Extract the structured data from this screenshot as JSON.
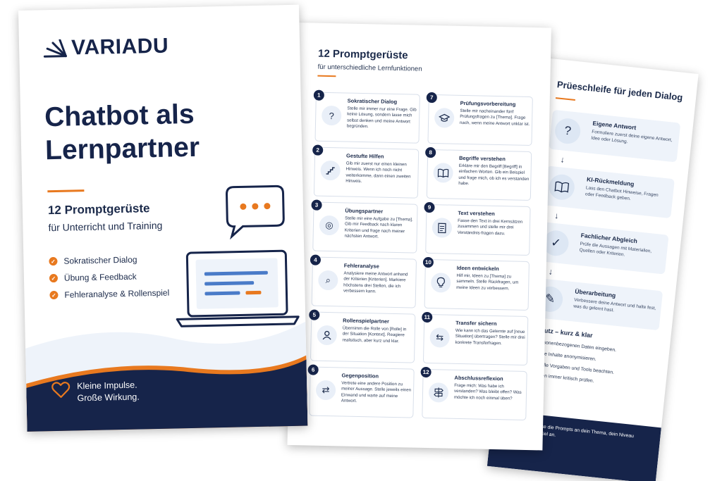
{
  "cover": {
    "brand": "VARIADU",
    "headline": "Chatbot als Lernpartner",
    "subtitle_line1": "12 Promptgerüste",
    "subtitle_line2": "für Unterricht und Training",
    "features": [
      "Sokratischer Dialog",
      "Übung & Feedback",
      "Fehleranalyse & Rollenspiel"
    ],
    "slogan_line1": "Kleine Impulse.",
    "slogan_line2": "Große Wirkung.",
    "colors": {
      "navy": "#16244a",
      "accent": "#e8791f",
      "pale_blue": "#eef3fa"
    }
  },
  "prompts": {
    "title": "12 Promptgerüste",
    "subtitle": "für unterschiedliche Lernfunktionen",
    "cards": [
      {
        "num": "1",
        "title": "Sokratischer Dialog",
        "icon": "question-bubble-icon",
        "text": "Stelle mir immer nur eine Frage. Gib keine Lösung, sondern lasse mich selbst denken und meine Antwort begründen."
      },
      {
        "num": "7",
        "title": "Prüfungsvorbereitung",
        "icon": "graduation-cap-icon",
        "text": "Stelle mir nacheinander fünf Prüfungsfragen zu [Thema]. Frage nach, wenn meine Antwort unklar ist."
      },
      {
        "num": "2",
        "title": "Gestufte Hilfen",
        "icon": "stairs-icon",
        "text": "Gib mir zuerst nur einen kleinen Hinweis. Wenn ich noch nicht weiterkomme, dann einen zweiten Hinweis."
      },
      {
        "num": "8",
        "title": "Begriffe verstehen",
        "icon": "book-icon",
        "text": "Erkläre mir den Begriff [Begriff] in einfachen Worten. Gib ein Beispiel und frage mich, ob ich es verstanden habe."
      },
      {
        "num": "3",
        "title": "Übungspartner",
        "icon": "target-icon",
        "text": "Stelle mir eine Aufgabe zu [Thema]. Gib mir Feedback nach klaren Kriterien und frage nach meiner nächsten Antwort."
      },
      {
        "num": "9",
        "title": "Text verstehen",
        "icon": "document-icon",
        "text": "Fasse den Text in drei Kernsätzen zusammen und stelle mir drei Verständnis-fragen dazu."
      },
      {
        "num": "4",
        "title": "Fehleranalyse",
        "icon": "magnifier-icon",
        "text": "Analysiere meine Antwort anhand der Kriterien [Kriterien]. Markiere höchstens drei Stellen, die ich verbessern kann."
      },
      {
        "num": "10",
        "title": "Ideen entwickeln",
        "icon": "lightbulb-icon",
        "text": "Hilf mir, Ideen zu [Thema] zu sammeln. Stelle Rückfragen, um meine Ideen zu verbessern."
      },
      {
        "num": "5",
        "title": "Rollenspielpartner",
        "icon": "person-icon",
        "text": "Übernimm die Rolle von [Rolle] in der Situation [Kontext]. Reagiere realistisch, aber kurz und klar."
      },
      {
        "num": "11",
        "title": "Transfer sichern",
        "icon": "transfer-arrows-icon",
        "text": "Wie kann ich das Gelernte auf [neue Situation] übertragen? Stelle mir drei konkrete Transferfragen."
      },
      {
        "num": "6",
        "title": "Gegenposition",
        "icon": "debate-icon",
        "text": "Vertrete eine andere Position zu meiner Aussage. Stelle jeweils einen Einwand und warte auf meine Antwort."
      },
      {
        "num": "12",
        "title": "Abschlussreflexion",
        "icon": "signpost-icon",
        "text": "Frage mich: Was habe ich verstanden? Was bleibt offen? Was möchte ich noch einmal üben?"
      }
    ]
  },
  "loop": {
    "title": "Prüeschleife für jeden Dialog",
    "steps": [
      {
        "title": "Eigene Antwort",
        "icon": "question-circle-icon",
        "text": "Formuliere zuerst deine eigene Antwort, Idee oder Lösung."
      },
      {
        "title": "KI-Rückmeldung",
        "icon": "open-book-icon",
        "text": "Lass den Chatbot Hinweise, Fragen oder Feedback geben."
      },
      {
        "title": "Fachlicher Abgleich",
        "icon": "check-chat-icon",
        "text": "Prüfe die Aussagen mit Materialien, Quellen oder Kriterien."
      },
      {
        "title": "Überarbeitung",
        "icon": "scroll-icon",
        "text": "Verbessere deine Antwort und halte fest, was du gelernt hast."
      }
    ],
    "arrow": "↓",
    "privacy_title": "Datenschutz – kurz & klar",
    "privacy_items": [
      "Keine personenbezogenen Daten eingeben.",
      "Vertrauliche Inhalte anonymisieren.",
      "Institutionelle Vorgaben und Tools beachten.",
      "KI-Antworten immer kritisch prüfen."
    ],
    "tip": "Tipp: Passe die Prompts an dein Thema, dein Niveau und dein Ziel an."
  }
}
